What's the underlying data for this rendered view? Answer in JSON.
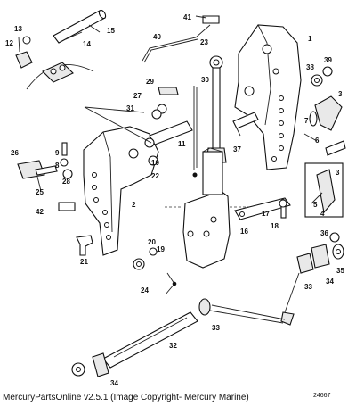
{
  "footer": {
    "text": "MercuryPartsOnline v2.5.1 (Image Copyright- Mercury Marine)"
  },
  "drawing_number": "24667",
  "callouts": [
    "1",
    "2",
    "3",
    "4",
    "5",
    "6",
    "7",
    "8",
    "9",
    "10",
    "11",
    "12",
    "13",
    "14",
    "15",
    "16",
    "17",
    "18",
    "19",
    "20",
    "21",
    "22",
    "23",
    "24",
    "25",
    "26",
    "27",
    "28",
    "29",
    "30",
    "31",
    "32",
    "33",
    "34",
    "35",
    "36",
    "37",
    "38",
    "39",
    "40",
    "41",
    "42"
  ],
  "colors": {
    "ink": "#111111",
    "paper": "#ffffff"
  }
}
